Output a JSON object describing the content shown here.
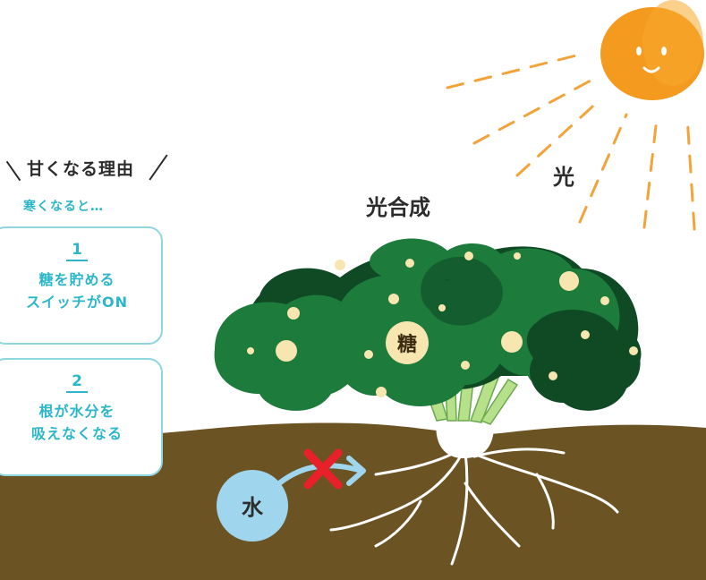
{
  "reasons_title": "甘くなる理由",
  "reasons_subtitle": "寒くなると…",
  "reasons": [
    {
      "number": "1",
      "line1": "糖を貯める",
      "line2": "スイッチがON"
    },
    {
      "number": "2",
      "line1": "根が水分を",
      "line2": "吸えなくなる"
    }
  ],
  "labels": {
    "light": "光",
    "photosynthesis": "光合成",
    "sugar": "糖",
    "water": "水"
  },
  "colors": {
    "sun": "#f39a1f",
    "ray": "#f2a33a",
    "soil": "#6b5324",
    "leaf_dark": "#0f4a25",
    "leaf_mid": "#1d7b3c",
    "spot": "#f7e6b0",
    "stem": "#b7e08a",
    "water_drop": "#9fd6ee",
    "block_x": "#e8202a",
    "accent": "#2bb6c9"
  },
  "icons": {
    "sun": "smiling-sun-icon",
    "blocked": "red-x-icon",
    "arrow": "arrow-right-icon"
  }
}
